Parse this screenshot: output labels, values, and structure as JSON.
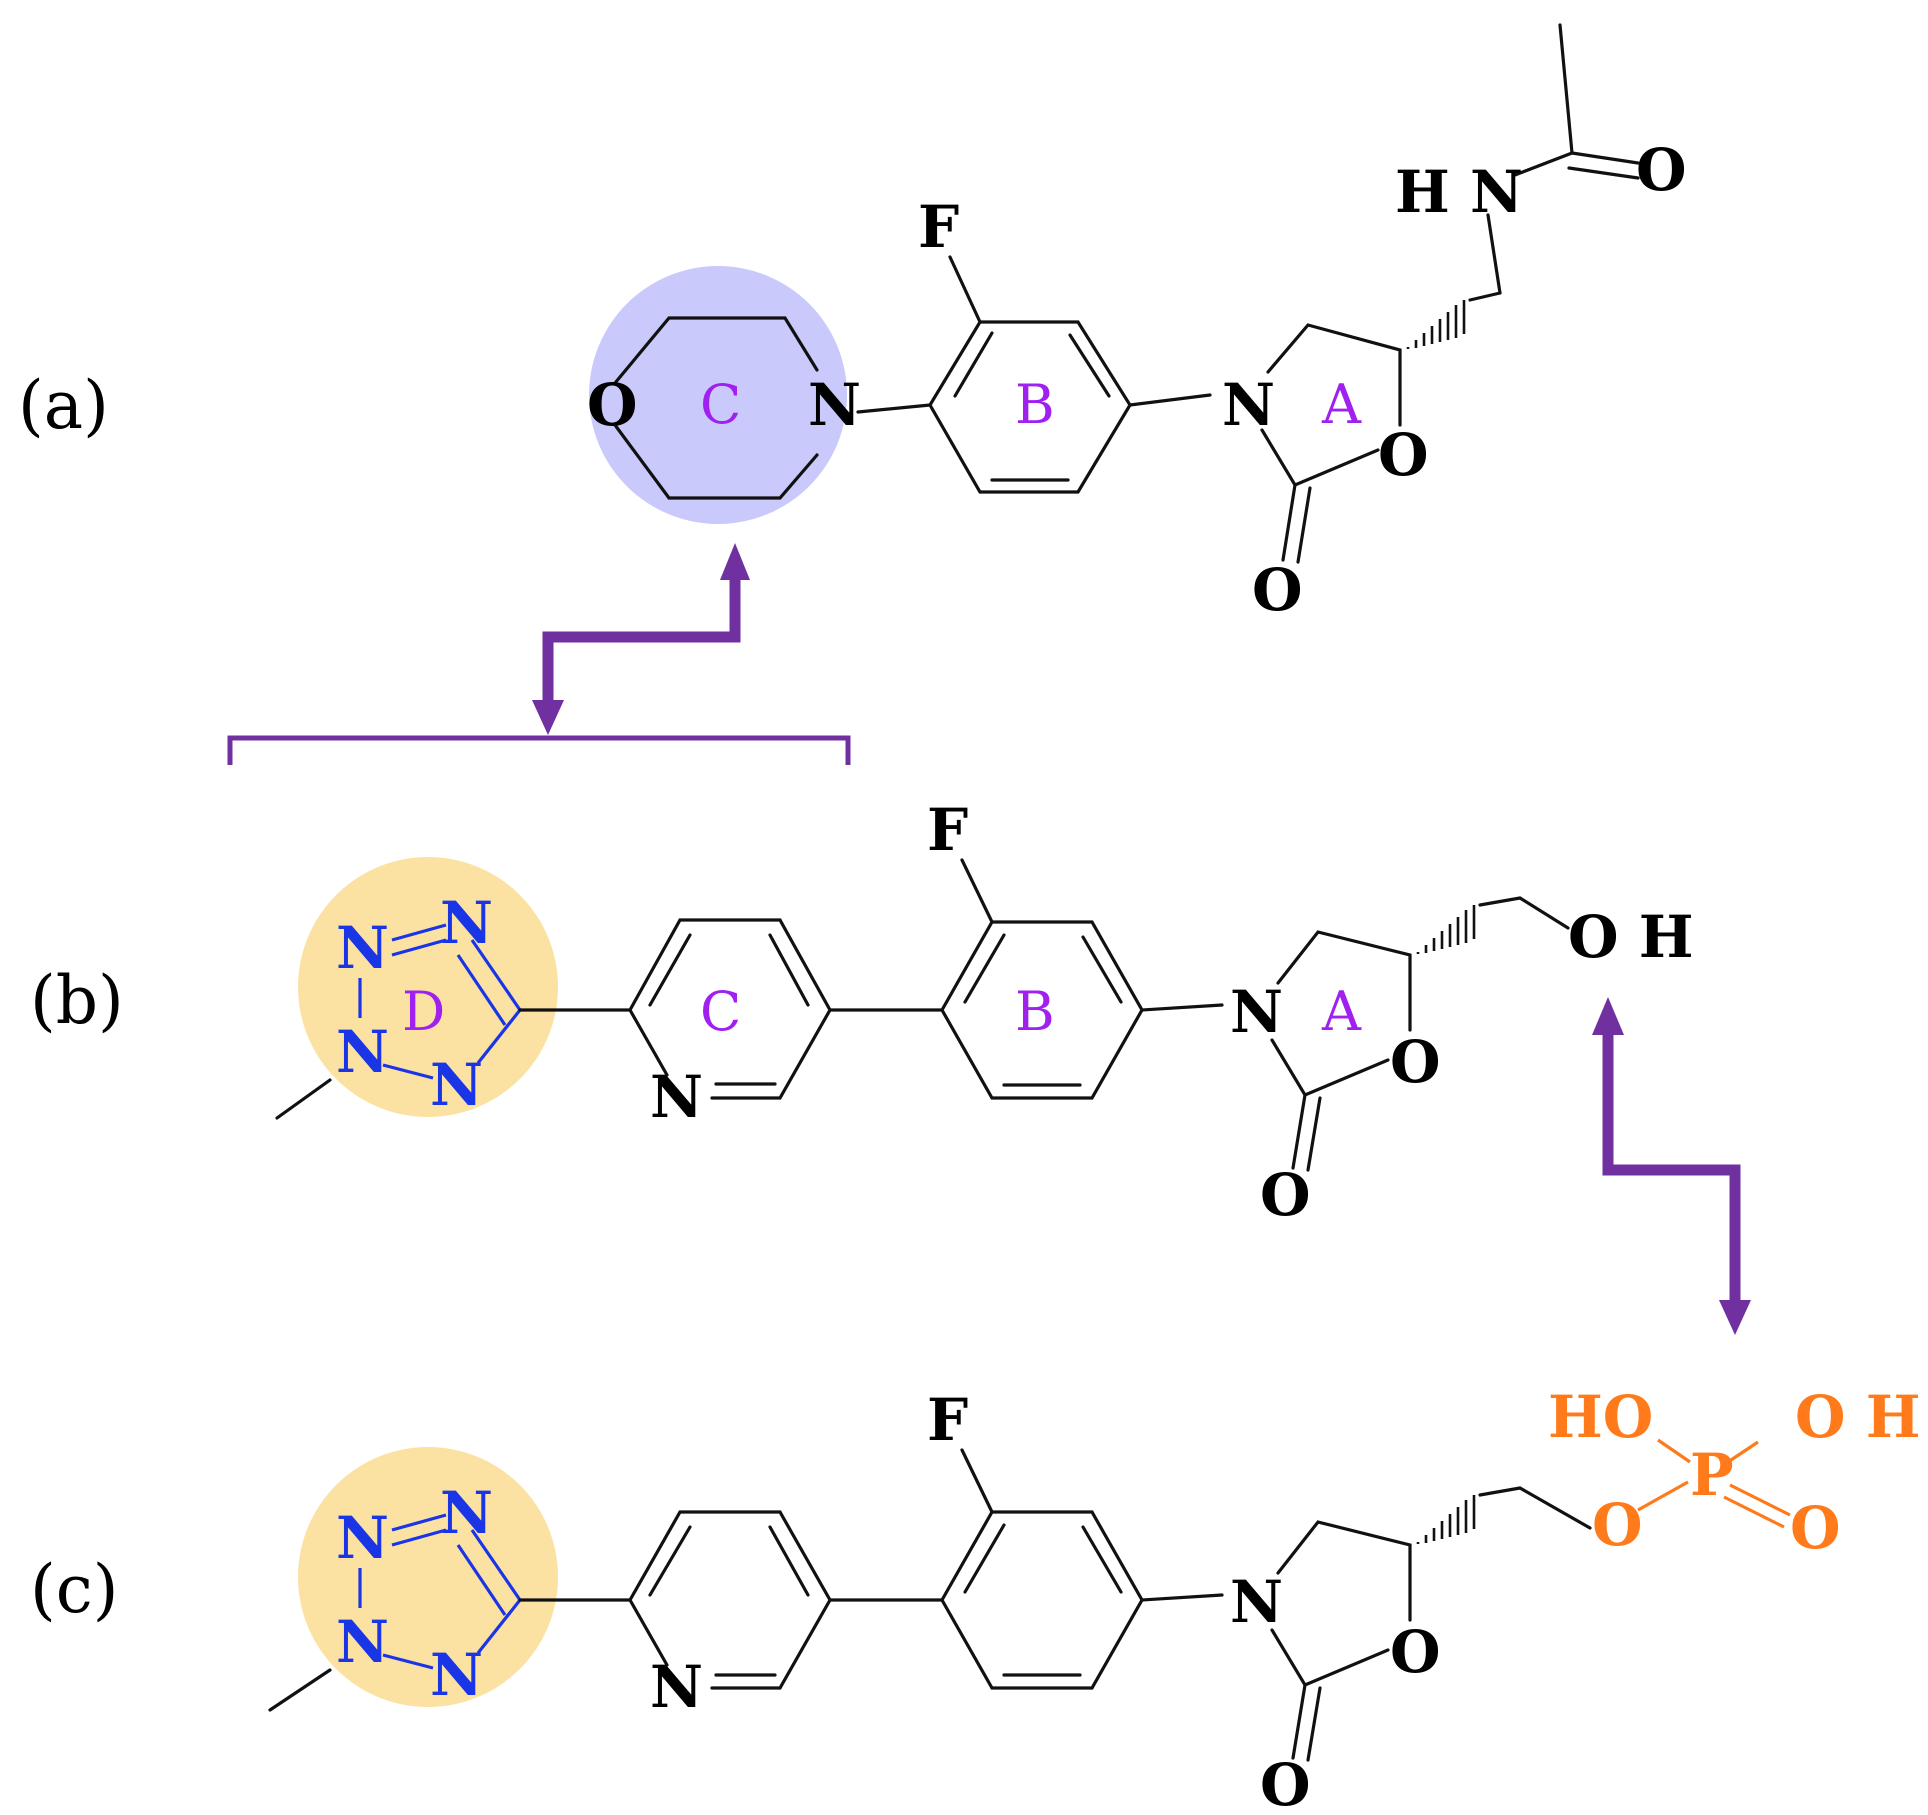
{
  "colors": {
    "ring_label": "#a020f0",
    "heterocycle_blue": "#1a35e6",
    "phosphate_orange": "#ff7a1a",
    "morpholine_highlight": "#c9c9fb",
    "tetrazole_highlight": "#fbe2a3",
    "arrow_purple": "#7030a0"
  },
  "panels": {
    "a": {
      "label": "(a)",
      "rings": {
        "A": "A",
        "B": "B",
        "C": "C"
      },
      "atoms": {
        "O_morph": "O",
        "N_morph": "N",
        "F": "F",
        "N_ox": "N",
        "O_ring": "O",
        "O_carbonyl": "O",
        "NH": "H N",
        "O_acetyl": "O"
      }
    },
    "b": {
      "label": "(b)",
      "rings": {
        "A": "A",
        "B": "B",
        "C": "C",
        "D": "D"
      },
      "atoms": {
        "F": "F",
        "N_ox": "N",
        "O_ring": "O",
        "O_carbonyl": "O",
        "OH": "O H",
        "N_pyr": "N",
        "N1": "N",
        "N2": "N",
        "N3": "N",
        "N4": "N"
      }
    },
    "c": {
      "label": "(c)",
      "atoms": {
        "F": "F",
        "N_ox": "N",
        "O_ring": "O",
        "O_carbonyl": "O",
        "N_pyr": "N",
        "N1": "N",
        "N2": "N",
        "N3": "N",
        "N4": "N",
        "HO": "HO",
        "OH": "O H",
        "P": "P",
        "O_ester": "O",
        "O_double": "O"
      }
    }
  }
}
